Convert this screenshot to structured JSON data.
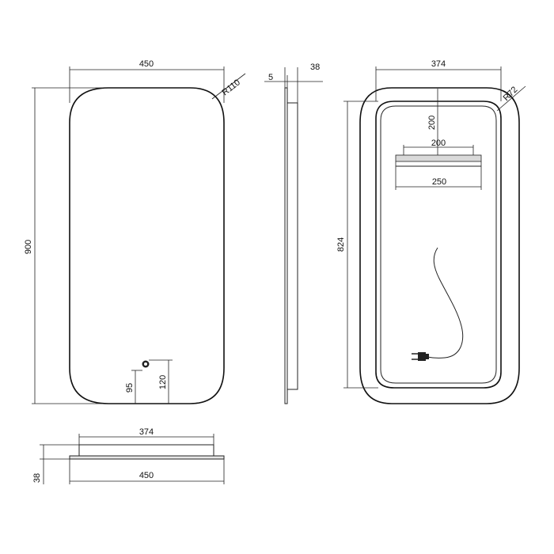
{
  "front_view": {
    "width": "450",
    "height": "900",
    "corner_radius": "R110",
    "sensor_offset_a": "95",
    "sensor_offset_b": "120"
  },
  "side_view": {
    "glass": "5",
    "depth": "38"
  },
  "back_view": {
    "inner_width": "374",
    "corner_radius": "R72",
    "inner_height": "824",
    "bracket_offset": "200",
    "bracket_inner": "200",
    "bracket_outer": "250"
  },
  "bottom_view": {
    "inner_width": "374",
    "outer_width": "450",
    "depth": "38"
  }
}
